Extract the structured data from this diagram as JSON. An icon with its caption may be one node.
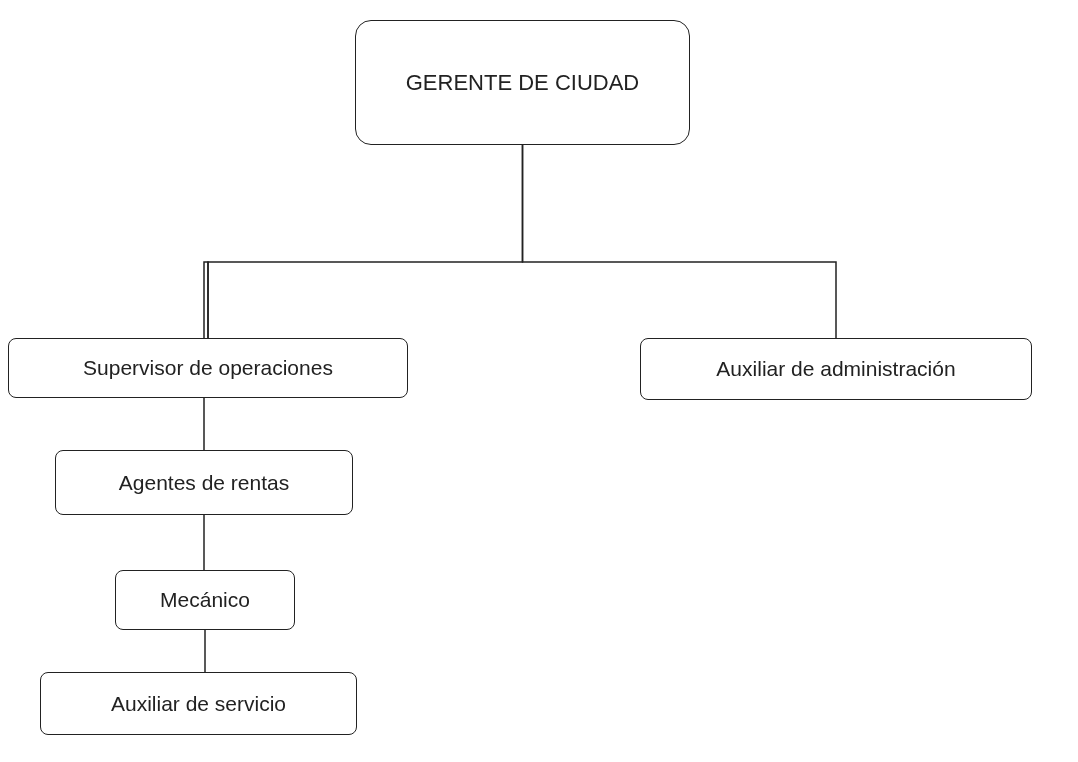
{
  "diagram": {
    "nodes": [
      {
        "text": [
          "GERENTE DE CIUDAD"
        ]
      },
      {
        "text": [
          "Supervisor de operaciones"
        ]
      },
      {
        "text": [
          "Auxiliar de administración"
        ]
      },
      {
        "text": [
          "Agentes de rentas"
        ]
      },
      {
        "text": [
          "Mecánico"
        ]
      },
      {
        "text": [
          "Auxiliar de servicio"
        ]
      }
    ],
    "edges": [
      {
        "from": 0,
        "to": 1,
        "arrow": "none"
      },
      {
        "from": 0,
        "to": 2,
        "arrow": "none"
      },
      {
        "from": 1,
        "to": 3,
        "arrow": "none"
      },
      {
        "from": 3,
        "to": 4,
        "arrow": "none"
      },
      {
        "from": 4,
        "to": 5,
        "arrow": "none"
      }
    ]
  }
}
